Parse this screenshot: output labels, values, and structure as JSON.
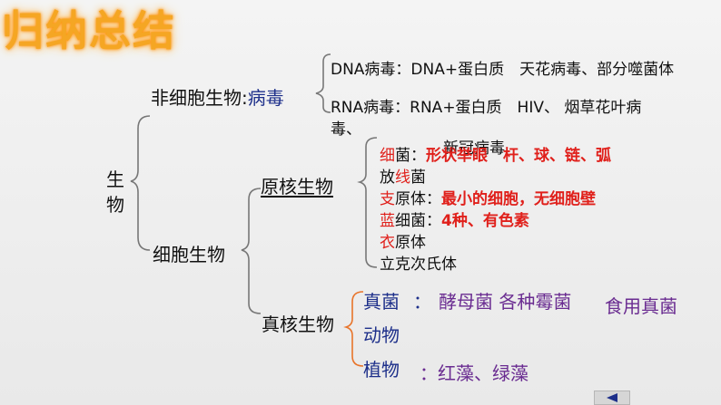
{
  "title": "归纳总结",
  "root": {
    "line1": "生",
    "line2": "物"
  },
  "non_cell": {
    "label": "非细胞生物:",
    "kind": "病毒"
  },
  "dna_virus": "DNA病毒：DNA+蛋白质　天花病毒、部分噬菌体",
  "rna_virus_line1": "RNA病毒：RNA+蛋白质　HIV、 烟草花叶病",
  "rna_virus_line2": "毒、",
  "covid": "新冠病毒",
  "cell": {
    "label": "细胞生物"
  },
  "prokaryote": {
    "label": "原核生物",
    "items": [
      {
        "prefix": "细",
        "text": "菌：",
        "note": "形状举眼　杆、球、链、弧"
      },
      {
        "prefix": "放",
        "mid": "线",
        "text": "菌",
        "note": ""
      },
      {
        "prefix": "支",
        "text": "原体：",
        "note": "最小的细胞，无细胞壁"
      },
      {
        "prefix": "蓝",
        "text": "细菌：",
        "note": "4种、有色素"
      },
      {
        "prefix": "衣",
        "text": "原体",
        "note": ""
      },
      {
        "prefix": "",
        "text": "立克次氏体",
        "note": ""
      }
    ]
  },
  "eukaryote": {
    "label": "真核生物",
    "fungi_label": "真菌",
    "fungi_colon": "：",
    "fungi_items": "酵母菌 各种霉菌",
    "fungi_extra": "食用真菌",
    "animal_label": "动物",
    "plant_label": "植物",
    "plant_items": "：红藻、绿藻"
  },
  "colors": {
    "title": "#f5a623",
    "red": "#e0201b",
    "blue": "#1d2f8a",
    "purple": "#6a2c91"
  },
  "nav": {
    "icon": "left-triangle-icon"
  }
}
